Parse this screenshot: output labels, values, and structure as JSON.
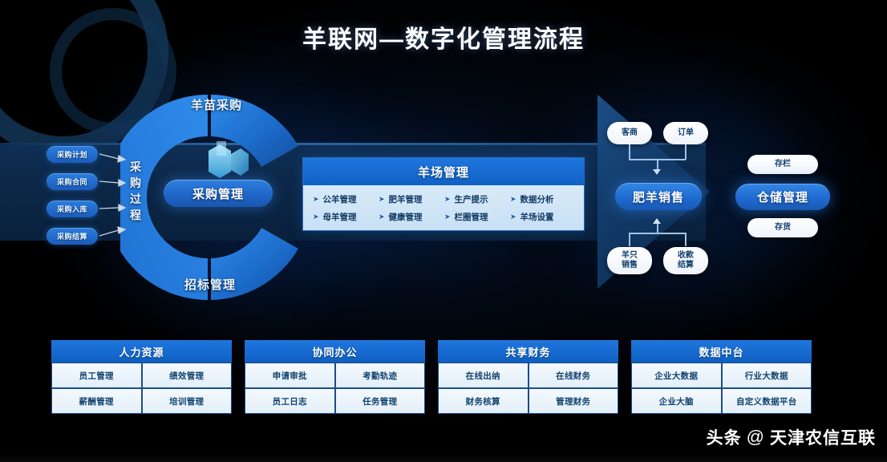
{
  "title": "羊联网—数字化管理流程",
  "procurement": {
    "ring_top_label": "羊苗采购",
    "ring_left_label": "采购过程",
    "ring_bottom_label": "招标管理",
    "center_label": "采购管理",
    "center_icon": "cube-crystal-icon",
    "chips": [
      {
        "label": "采购计划"
      },
      {
        "label": "采购合同"
      },
      {
        "label": "采购入库"
      },
      {
        "label": "采购结算"
      }
    ]
  },
  "farm_panel": {
    "header": "羊场管理",
    "items": [
      {
        "label": "公羊管理"
      },
      {
        "label": "肥羊管理"
      },
      {
        "label": "生产提示"
      },
      {
        "label": "数据分析"
      },
      {
        "label": "母羊管理"
      },
      {
        "label": "健康管理"
      },
      {
        "label": "栏圈管理"
      },
      {
        "label": "羊场设置"
      }
    ]
  },
  "sales": {
    "top_nodes": [
      {
        "label": "客商"
      },
      {
        "label": "订单"
      }
    ],
    "center_label": "肥羊销售",
    "bottom_nodes": [
      {
        "line1": "羊只",
        "line2": "销售"
      },
      {
        "line1": "收款",
        "line2": "结算"
      }
    ]
  },
  "storage": {
    "top_label": "存栏",
    "center_label": "仓储管理",
    "bottom_label": "存货"
  },
  "tables": [
    {
      "header": "人力资源",
      "cells": [
        "员工管理",
        "绩效管理",
        "薪酬管理",
        "培训管理"
      ]
    },
    {
      "header": "协同办公",
      "cells": [
        "申请审批",
        "考勤轨迹",
        "员工日志",
        "任务管理"
      ]
    },
    {
      "header": "共享财务",
      "cells": [
        "在线出纳",
        "在线财务",
        "财务核算",
        "管理财务"
      ]
    },
    {
      "header": "数据中台",
      "cells": [
        "企业大数据",
        "行业大数据",
        "企业大脑",
        "自定义数据平台"
      ]
    }
  ],
  "watermark": {
    "tag": "头条",
    "at": "@",
    "account": "天津农信互联"
  },
  "colors": {
    "background": "#000000",
    "accent_blue": "#1f6ad0",
    "band_blue": "#0c2747",
    "panel_light": "#e8f2fb",
    "text_white": "#ffffff",
    "text_dark_blue": "#12436f"
  }
}
